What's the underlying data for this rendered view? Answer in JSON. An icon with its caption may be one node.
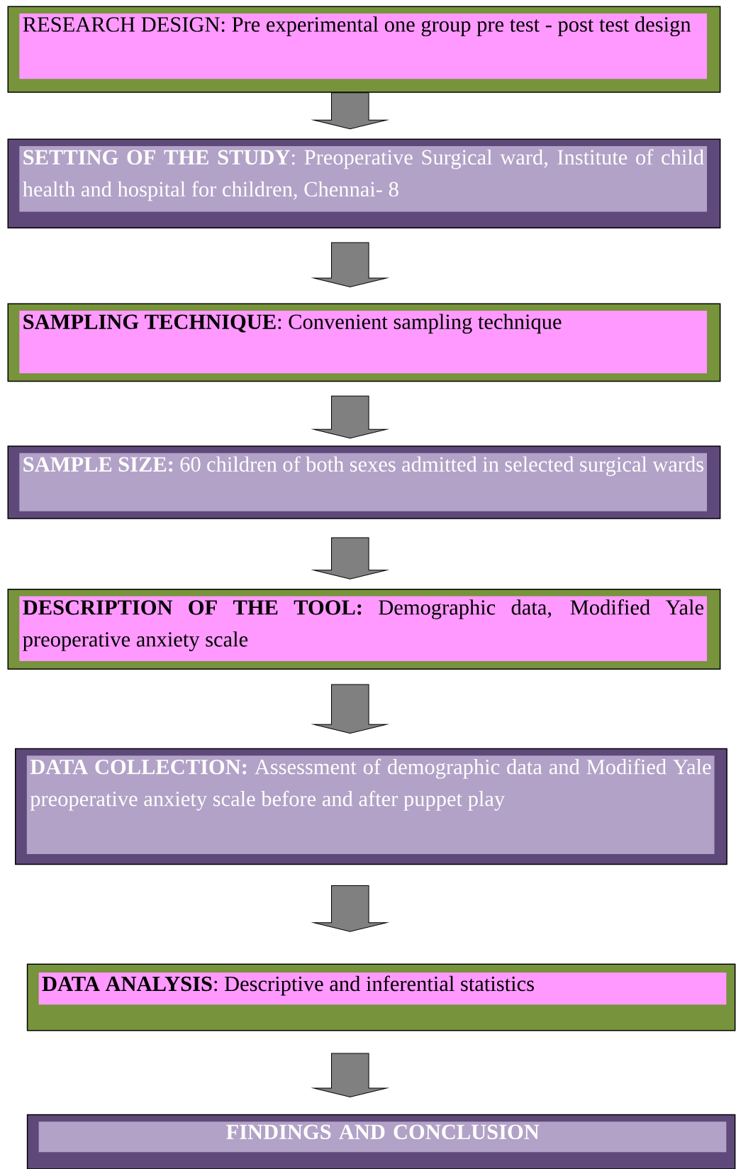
{
  "diagram": {
    "nodes": [
      {
        "text": [
          "RESEARCH DESIGN: Pre experimental one group pre test - post test design"
        ]
      },
      {
        "text": [
          "**SETTING OF THE STUDY**: Preoperative Surgical ward, Institute of child health and hospital for children, Chennai- 8"
        ]
      },
      {
        "text": [
          "**SAMPLING TECHNIQUE**: Convenient sampling technique"
        ]
      },
      {
        "text": [
          "**SAMPLE SIZE:** 60 children of both sexes admitted in selected surgical wards"
        ]
      },
      {
        "text": [
          "**DESCRIPTION OF THE TOOL:**  Demographic data, Modified Yale preoperative anxiety scale"
        ]
      },
      {
        "text": [
          "**DATA COLLECTION:**  Assessment of demographic data and Modified Yale preoperative anxiety scale before and after puppet play"
        ]
      },
      {
        "text": [
          "**DATA ANALYSIS**: Descriptive and inferential statistics"
        ]
      },
      {
        "text": [
          "FINDINGS AND CONCLUSION"
        ]
      }
    ],
    "edges": [
      {
        "from": 0,
        "to": 1,
        "arrow": "to"
      },
      {
        "from": 1,
        "to": 2,
        "arrow": "to"
      },
      {
        "from": 2,
        "to": 3,
        "arrow": "to"
      },
      {
        "from": 3,
        "to": 4,
        "arrow": "to"
      },
      {
        "from": 4,
        "to": 5,
        "arrow": "to"
      },
      {
        "from": 5,
        "to": 6,
        "arrow": "to"
      },
      {
        "from": 6,
        "to": 7,
        "arrow": "to"
      }
    ]
  }
}
